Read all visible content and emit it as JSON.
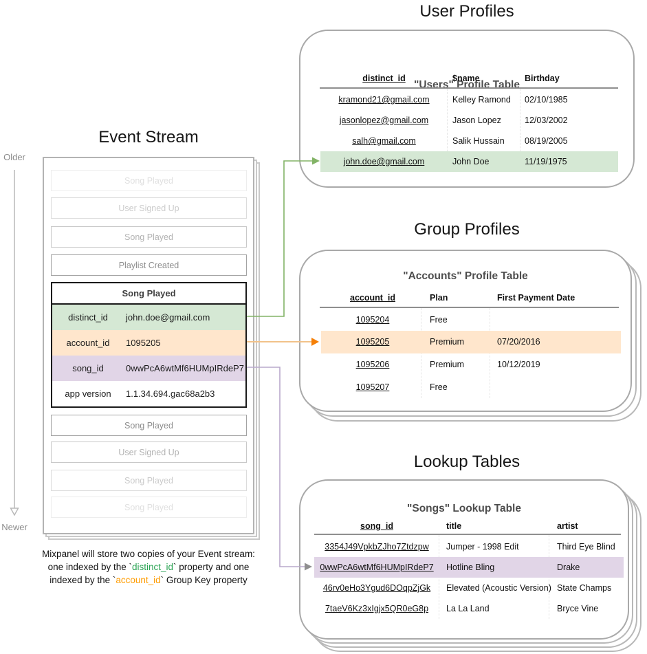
{
  "titles": {
    "event_stream": "Event Stream",
    "user_profiles": "User Profiles",
    "group_profiles": "Group Profiles",
    "lookup_tables": "Lookup Tables"
  },
  "timeline": {
    "older": "Older",
    "newer": "Newer"
  },
  "event_stream": {
    "events_before": [
      "Song Played",
      "User Signed Up",
      "Song Played",
      "Playlist Created"
    ],
    "focused_event": {
      "name": "Song Played",
      "properties": [
        {
          "key": "distinct_id",
          "value": "john.doe@gmail.com",
          "highlight": "green"
        },
        {
          "key": "account_id",
          "value": "1095205",
          "highlight": "orange"
        },
        {
          "key": "song_id",
          "value": "0wwPcA6wtMf6HUMpIRdeP7",
          "highlight": "purple"
        },
        {
          "key": "app version",
          "value": "1.1.34.694.gac68a2b3",
          "highlight": "none"
        }
      ]
    },
    "events_after": [
      "Song Played",
      "User Signed Up",
      "Song Played",
      "Song Played"
    ]
  },
  "users_table": {
    "title": "\"Users\" Profile Table",
    "columns": [
      "distinct_id",
      "$name",
      "Birthday"
    ],
    "rows": [
      [
        "kramond21@gmail.com",
        "Kelley Ramond",
        "02/10/1985"
      ],
      [
        "jasonlopez@gmail.com",
        "Jason Lopez",
        "12/03/2002"
      ],
      [
        "salh@gmail.com",
        "Salik Hussain",
        "08/19/2005"
      ],
      [
        "john.doe@gmail.com",
        "John Doe",
        "11/19/1975"
      ]
    ],
    "highlighted_row_index": 3
  },
  "accounts_table": {
    "title": "\"Accounts\" Profile Table",
    "columns": [
      "account_id",
      "Plan",
      "First Payment Date"
    ],
    "rows": [
      [
        "1095204",
        "Free",
        ""
      ],
      [
        "1095205",
        "Premium",
        "07/20/2016"
      ],
      [
        "1095206",
        "Premium",
        "10/12/2019"
      ],
      [
        "1095207",
        "Free",
        ""
      ]
    ],
    "highlighted_row_index": 1
  },
  "songs_table": {
    "title": "\"Songs\" Lookup Table",
    "columns": [
      "song_id",
      "title",
      "artist"
    ],
    "rows": [
      [
        "3354J49VpkbZJho7Ztdzpw",
        "Jumper - 1998 Edit",
        "Third Eye Blind"
      ],
      [
        "0wwPcA6wtMf6HUMpIRdeP7",
        "Hotline Bling",
        "Drake"
      ],
      [
        "46rv0eHo3Ygud6DOqpZjGk",
        "Elevated (Acoustic Version)",
        "State Champs"
      ],
      [
        "7taeV6Kz3xIgjx5QR0eG8p",
        "La La Land",
        "Bryce Vine"
      ]
    ],
    "highlighted_row_index": 1
  },
  "caption": {
    "line1": "Mixpanel will store two copies of your Event stream:",
    "line2_pre": "one indexed by the `",
    "line2_code": "distinct_id",
    "line2_post": "` property and one",
    "line3_pre": "indexed by the `",
    "line3_code": "account_id",
    "line3_post": "` Group Key property"
  },
  "colors": {
    "green_highlight": "#d5e8d4",
    "orange_highlight": "#ffe6cc",
    "purple_highlight": "#e1d5e7",
    "green_arrow": "#82b366",
    "orange_arrow_line": "#f2c28a",
    "orange_arrow_head": "#f57f06",
    "purple_arrow_line": "#b9a8cc",
    "purple_arrow_head": "#8f8f8f",
    "timeline_arrow": "#b0b0b0",
    "caption_green": "#2aa353",
    "caption_orange": "#ff9c00"
  }
}
